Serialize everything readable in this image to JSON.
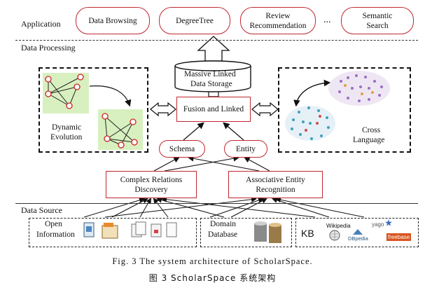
{
  "sections": {
    "application": "Application",
    "processing": "Data Processing",
    "source": "Data Source"
  },
  "apps": {
    "browsing": "Data Browsing",
    "degree_tree": "DegreeTree",
    "review_line1": "Review",
    "review_line2": "Recommendation",
    "ellipsis": "...",
    "semantic_line1": "Semantic",
    "semantic_line2": "Search"
  },
  "processing": {
    "storage_line1": "Massive Linked",
    "storage_line2": "Data Storage",
    "fusion": "Fusion and Linked",
    "schema": "Schema",
    "entity": "Entity",
    "dynamic_line1": "Dynamic",
    "dynamic_line2": "Evolution",
    "cross_line1": "Cross",
    "cross_line2": "Language",
    "complex_line1": "Complex Relations",
    "complex_line2": "Discovery",
    "assoc_line1": "Associative Entity",
    "assoc_line2": "Recognition"
  },
  "sources": {
    "open_line1": "Open",
    "open_line2": "Information",
    "domain_line1": "Domain",
    "domain_line2": "Database",
    "kb": "KB",
    "wikipedia": "Wikipedia",
    "dbpedia": "DBpedia",
    "yago": "yago",
    "freebase": "freebase"
  },
  "caption": {
    "en": "Fig. 3   The system architecture of ScholarSpace.",
    "zh": "图 3   ScholarSpace 系统架构"
  },
  "colors": {
    "accent": "#c0282f",
    "green_panel": "#d8f0c0"
  }
}
